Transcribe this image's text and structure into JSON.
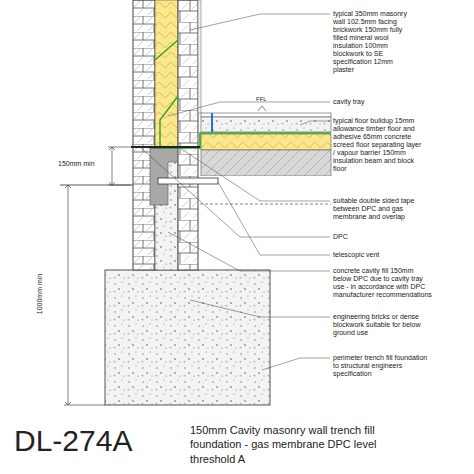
{
  "diagram": {
    "title": "DL-274A",
    "caption": "150mm Cavity masonry wall trench fill foundation - gas membrane DPC level threshold A",
    "labels": [
      "typical 350mm masonry wall 102.5mm facing brickwork 150mm fully filled mineral wool insulation 100mm blockwork to SE specification 12mm plaster",
      "cavity tray",
      "typical floor buildup 15mm allowance timber floor and adhesive 65mm concrete screed floor separating layer / vapour barrier 150mm insulation beam and block floor",
      "suitable double sided tape between DPC and gas membrane and overlap",
      "DPC",
      "telescopic vent",
      "concrete cavity fill 150mm below DPC due to cavity tray use - in accordance with DPC manufacturer recommendations",
      "engineering bricks or dense blockwork suitable for below ground use",
      "perimeter trench fill foundation to structural engineers specification",
      "FFL",
      "150mm min",
      "1000mm min"
    ]
  }
}
